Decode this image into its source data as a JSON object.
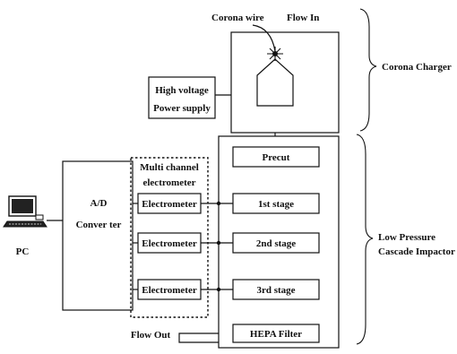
{
  "charger": {
    "corona_wire": "Corona wire",
    "flow_in": "Flow In",
    "hv_line1": "High voltage",
    "hv_line2": "Power supply",
    "label": "Corona Charger"
  },
  "pc": {
    "label": "PC"
  },
  "converter": {
    "line1": "A/D",
    "line2": "Conver ter"
  },
  "electrometer_group": {
    "line1": "Multi channel",
    "line2": "electrometer",
    "items": [
      "Electrometer",
      "Electrometer",
      "Electrometer"
    ]
  },
  "impactor": {
    "stages": [
      "Precut",
      "1st stage",
      "2nd stage",
      "3rd stage",
      "HEPA Filter"
    ],
    "label_line1": "Low Pressure",
    "label_line2": "Cascade Impactor"
  },
  "flow_out": "Flow Out",
  "colors": {
    "ink": "#111111",
    "background": "#ffffff"
  }
}
